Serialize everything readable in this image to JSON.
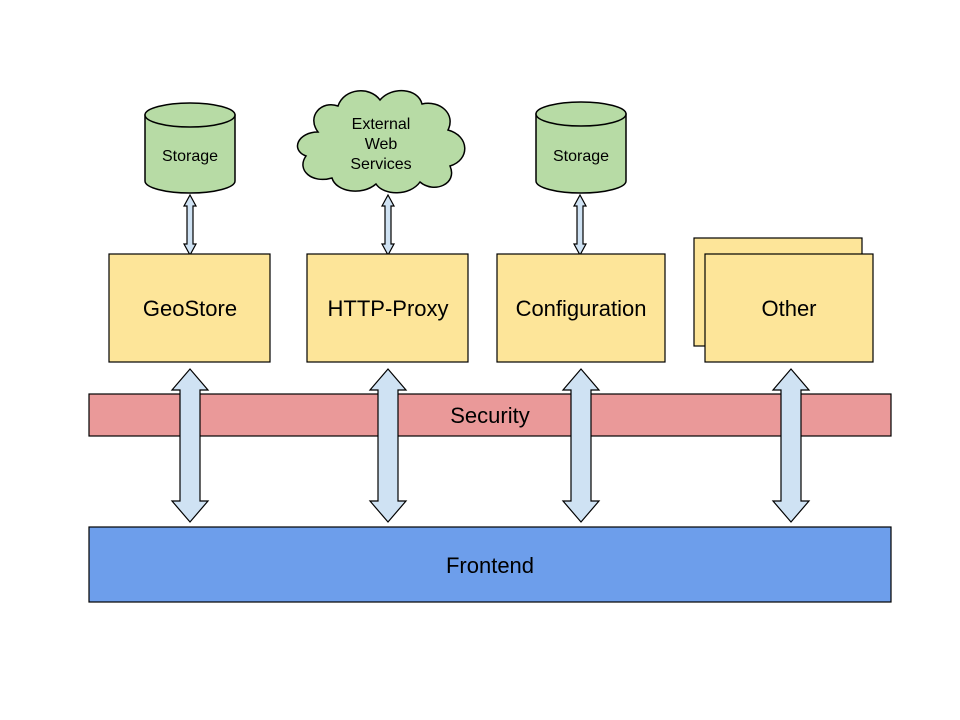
{
  "colors": {
    "storage_fill": "#b7dba5",
    "component_fill": "#fde599",
    "security_fill": "#ea9999",
    "frontend_fill": "#6d9eeb",
    "arrow_fill": "#cfe2f3",
    "stroke": "#000000"
  },
  "storage_left": {
    "label": "Storage"
  },
  "external_services": {
    "lines": [
      "External",
      "Web",
      "Services"
    ]
  },
  "storage_right": {
    "label": "Storage"
  },
  "components": {
    "geostore": "GeoStore",
    "http_proxy": "HTTP-Proxy",
    "configuration": "Configuration",
    "other": "Other"
  },
  "security": {
    "label": "Security"
  },
  "frontend": {
    "label": "Frontend"
  }
}
